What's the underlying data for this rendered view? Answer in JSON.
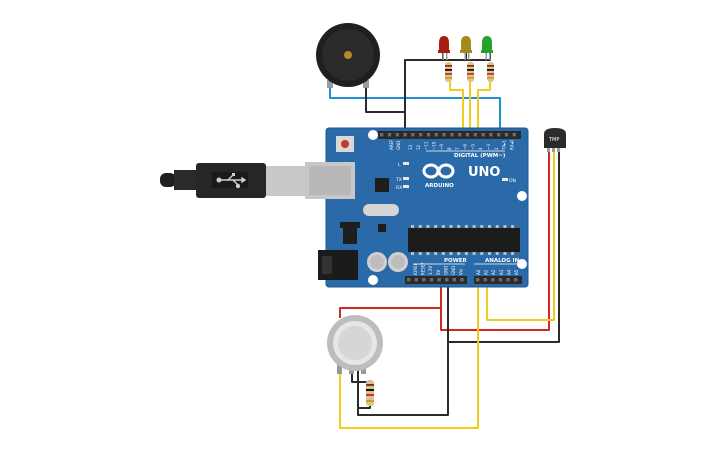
{
  "board": {
    "brand": "UNO",
    "logo": "ARDUINO",
    "digital_label": "DIGITAL (PWM~)",
    "power_label": "POWER",
    "analog_label": "ANALOG IN",
    "on_label": "ON",
    "l_label": "L",
    "tx_label": "TX",
    "rx_label": "RX",
    "aref": "AREF",
    "gnd": "GND",
    "digital_pins": [
      "13",
      "12",
      "~11",
      "~10",
      "~9",
      "8",
      "7",
      "~6",
      "~5",
      "4",
      "~3",
      "2",
      "TX▸1",
      "RX◂0"
    ],
    "power_pins": [
      "IOREF",
      "RESET",
      "3.3V",
      "5V",
      "GND",
      "GND",
      "Vin"
    ],
    "analog_pins": [
      "A0",
      "A1",
      "A2",
      "A3",
      "A4",
      "A5"
    ],
    "color": "#2a6aa8"
  },
  "sensor": {
    "label": "TMP"
  },
  "leds": [
    {
      "color_name": "red",
      "color": "#a81b12"
    },
    {
      "color_name": "yellow",
      "color": "#a48a1d"
    },
    {
      "color_name": "green",
      "color": "#22a32a"
    }
  ],
  "wires": {
    "black": "#2b2b2b",
    "red": "#d22a22",
    "yellow": "#f2cc1a",
    "blue": "#1f8fd6"
  }
}
